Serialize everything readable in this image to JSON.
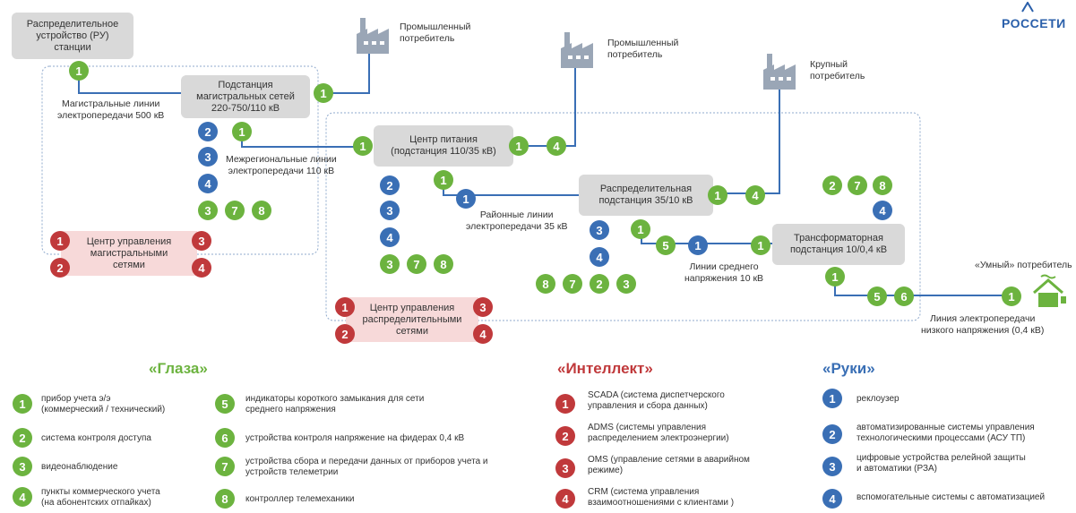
{
  "logo": {
    "text": "РОССЕТИ"
  },
  "nodes": {
    "ru": "Распределительное\nустройство (РУ)\nстанции",
    "substation_main": "Подстанция\nмагистральных сетей\n220-750/110 кВ",
    "power_center": "Центр питания\n(подстанция 110/35 кВ)",
    "distribution_substation": "Распределительная\nподстанция 35/10 кВ",
    "transformer_substation": "Трансформаторная\nподстанция 10/0,4 кВ",
    "control_main": "Центр управления\nмагистральными\nсетями",
    "control_distribution": "Центр управления\nраспределительными\nсетями"
  },
  "labels": {
    "industrial_1": "Промышленный\nпотребитель",
    "industrial_2": "Промышленный\nпотребитель",
    "large_consumer": "Крупный\nпотребитель",
    "smart_consumer": "«Умный» потребитель",
    "line_500": "Магистральные линии\nэлектропередачи 500 кВ",
    "line_110": "Межрегиональные линии\nэлектропередачи 110 кВ",
    "line_35": "Районные линии\nэлектропередачи 35 кВ",
    "line_10": "Линии среднего\nнапряжения 10 кВ",
    "line_04": "Линия электропередачи\nнизкого напряжения (0,4 кВ)"
  },
  "legend": {
    "eyes": {
      "title": "«Глаза»",
      "items": [
        {
          "n": "1",
          "text": "прибор учета э/э\n(коммерческий / технический)"
        },
        {
          "n": "2",
          "text": "система контроля доступа"
        },
        {
          "n": "3",
          "text": "видеонаблюдение"
        },
        {
          "n": "4",
          "text": "пункты коммерческого учета\n(на абонентских отпайках)"
        },
        {
          "n": "5",
          "text": "индикаторы короткого замыкания для сети\nсреднего напряжения"
        },
        {
          "n": "6",
          "text": "устройства контроля напряжение на фидерах 0,4 кВ"
        },
        {
          "n": "7",
          "text": "устройства сбора и передачи данных от приборов учета и\nустройств телеметрии"
        },
        {
          "n": "8",
          "text": "контроллер телемеханики"
        }
      ]
    },
    "intellect": {
      "title": "«Интеллект»",
      "items": [
        {
          "n": "1",
          "text": "SCADA (система диспетчерского\nуправления и сбора данных)"
        },
        {
          "n": "2",
          "text": "ADMS (системы управления\nраспределением электроэнергии)"
        },
        {
          "n": "3",
          "text": "OMS (управление сетями в аварийном\nрежиме)"
        },
        {
          "n": "4",
          "text": "CRM (система управления\nвзаимоотношениями с клиентами )"
        }
      ]
    },
    "hands": {
      "title": "«Руки»",
      "items": [
        {
          "n": "1",
          "text": "реклоузер"
        },
        {
          "n": "2",
          "text": "автоматизированные системы управления\nтехнологическими процессами (АСУ ТП)"
        },
        {
          "n": "3",
          "text": "цифровые устройства релейной защиты\nи автоматики (РЗА)"
        },
        {
          "n": "4",
          "text": "вспомогательные системы с автоматизацией"
        }
      ]
    }
  },
  "colors": {
    "green": "#6cb33f",
    "blue": "#3a6fb5",
    "red": "#c0393b",
    "grey": "#d9d9d9",
    "pink": "#f7d9d9"
  }
}
